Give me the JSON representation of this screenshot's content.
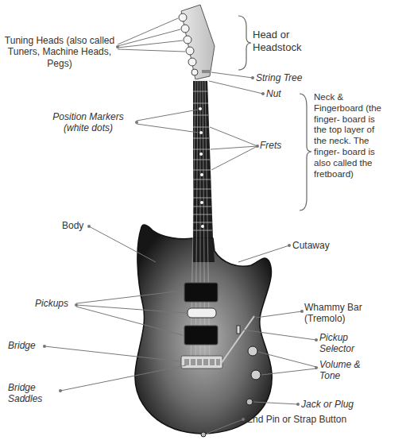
{
  "diagram": {
    "labels": [
      "Tuning Heads (also called Tuners, Machine Heads, Pegs)",
      "Head or Headstock",
      "String Tree",
      "Nut",
      "Position Markers (white dots)",
      "Neck & Fingerboard (the finger- board is the top layer of the neck. The finger- board is also called the fretboard)",
      "Frets",
      "Body",
      "Cutaway",
      "Pickups",
      "Whammy Bar (Tremolo)",
      "Bridge",
      "Pickup Selector",
      "Volume & Tone",
      "Bridge Saddles",
      "Jack or Plug",
      "End Pin or Strap Button"
    ]
  }
}
